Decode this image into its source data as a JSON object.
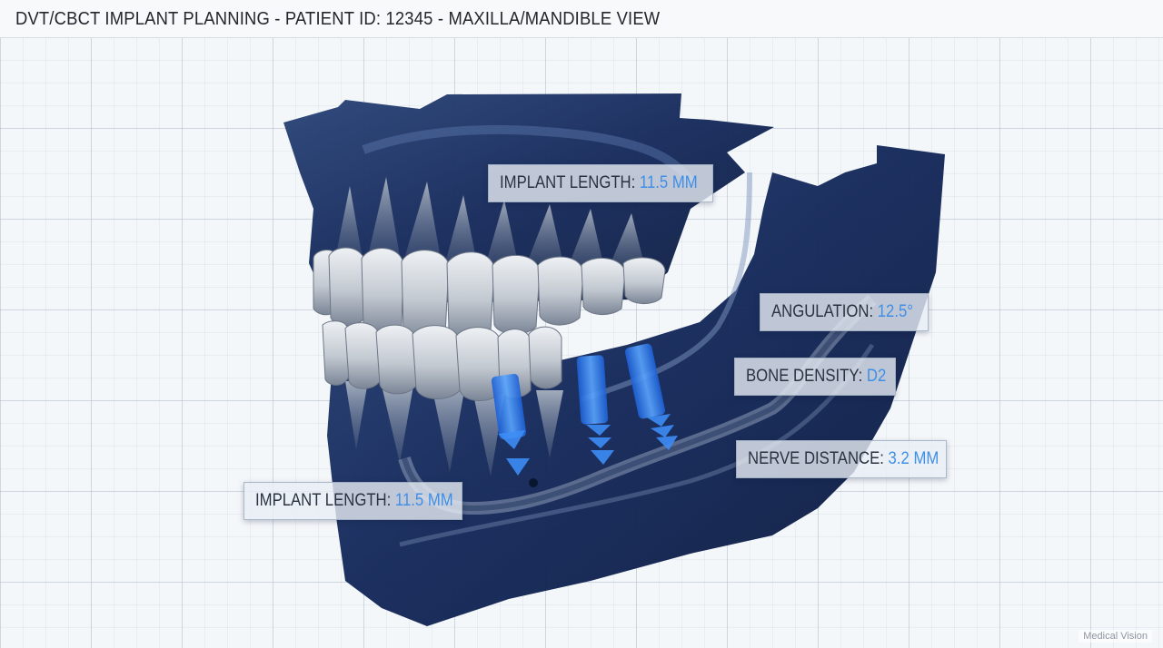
{
  "window": {
    "title": "DVT/CBCT IMPLANT PLANNING - PATIENT ID: 12345 - MAXILLA/MANDIBLE VIEW"
  },
  "labels": {
    "implant_length_top": {
      "key": "IMPLANT LENGTH: ",
      "value": "11.5 MM"
    },
    "angulation": {
      "key": "ANGULATION: ",
      "value": "12.5°"
    },
    "bone_density": {
      "key": "BONE DENSITY: ",
      "value": "D2"
    },
    "nerve_distance": {
      "key": "NERVE DISTANCE: ",
      "value": "3.2 MM"
    },
    "implant_length_bottom": {
      "key": "IMPLANT LENGTH: ",
      "value": "11.5 MM"
    }
  },
  "watermark": "Medical Vision",
  "colors": {
    "bone": "#14294f",
    "implant": "#2e7df0",
    "value_text": "#3f8fe6"
  }
}
